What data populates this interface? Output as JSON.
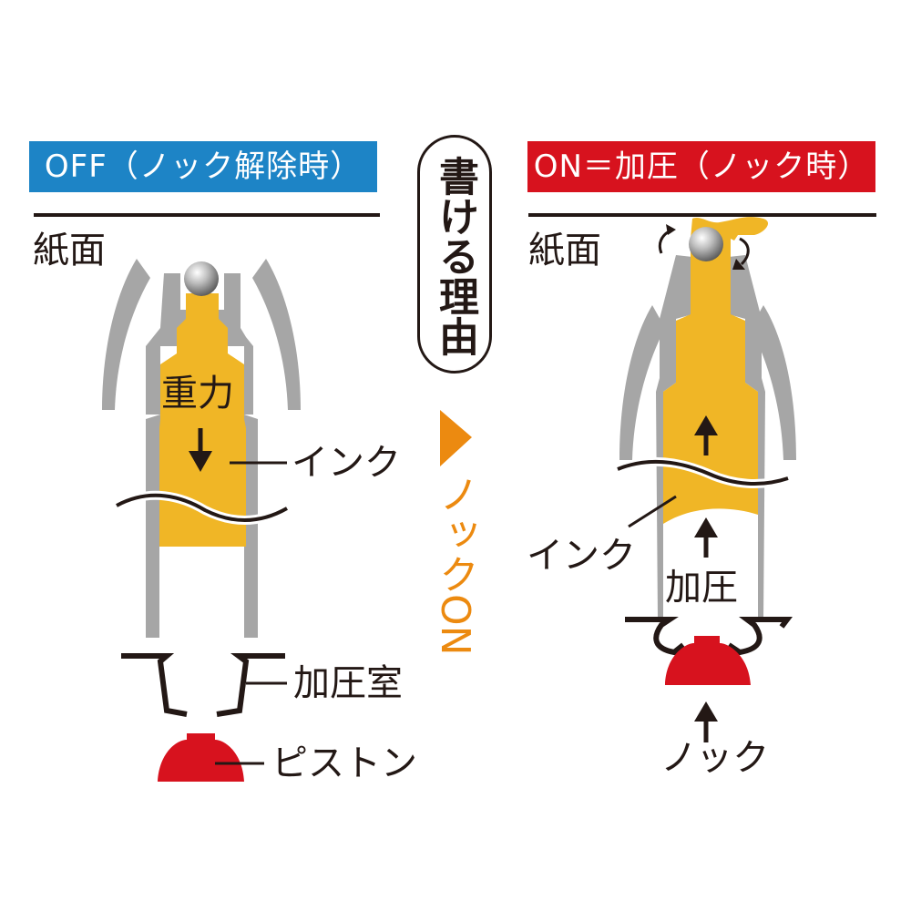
{
  "colors": {
    "off_header": "#1d84c6",
    "on_header": "#d7121e",
    "ink": "#f0b626",
    "metal": "#a6a6a6",
    "piston": "#d7121e",
    "arrow_orange": "#ec8a10",
    "line": "#231815"
  },
  "left_panel": {
    "header": "OFF（ノック解除時）",
    "paper_label": "紙面",
    "gravity_label": "重力",
    "ink_label": "インク",
    "chamber_label": "加圧室",
    "piston_label": "ピストン"
  },
  "center": {
    "title": "書ける理由",
    "knock_on": "ノックON"
  },
  "right_panel": {
    "header": "ON＝加圧（ノック時）",
    "paper_label": "紙面",
    "ink_label": "インク",
    "pressure_label": "加圧",
    "knock_label": "ノック"
  }
}
